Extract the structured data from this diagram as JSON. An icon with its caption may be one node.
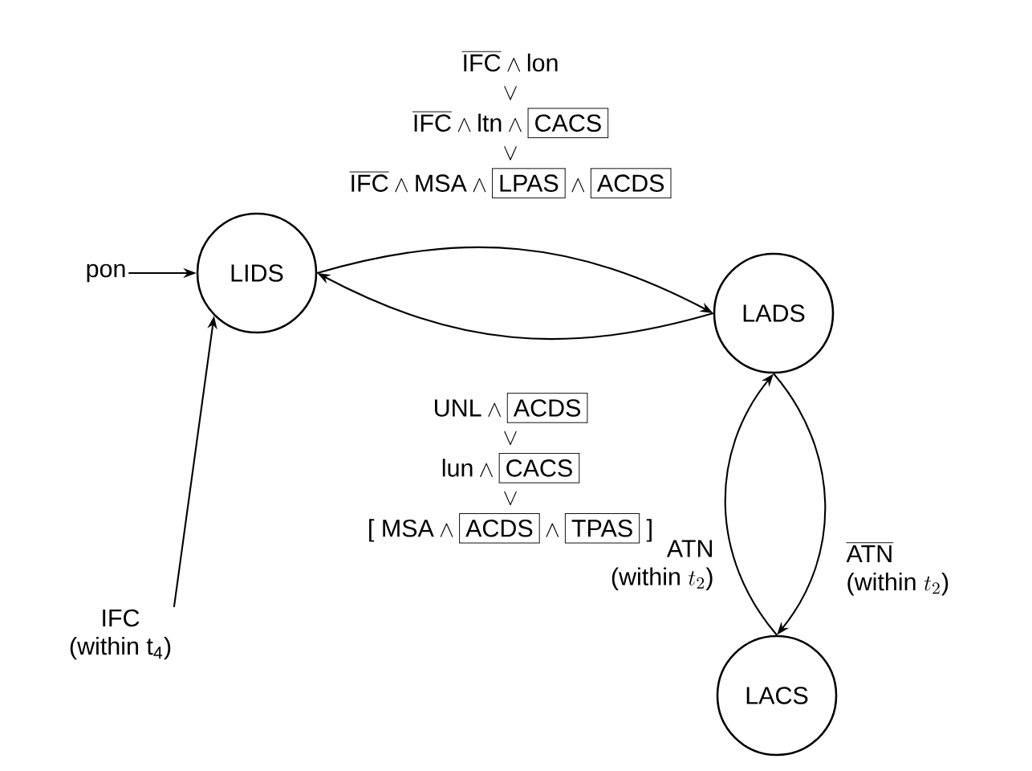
{
  "diagram": {
    "nodes": [
      {
        "text": [
          "pon"
        ]
      },
      {
        "text": [
          "LIDS"
        ]
      },
      {
        "text": [
          "LADS"
        ]
      },
      {
        "text": [
          "LACS"
        ]
      },
      {
        "text": [
          "IFC",
          "(within t$_{4}$)"
        ]
      }
    ],
    "edges": [
      {
        "from": 0,
        "to": 1,
        "arrow": "to"
      },
      {
        "from": 4,
        "to": 1,
        "arrow": "to"
      },
      {
        "from": 1,
        "to": 2,
        "arrow": "to",
        "label": "\\begin{array}{c}\\overline{\\mbox{IFC}}\\wedge\\mbox{lon}\\\\ \\vee\\\\ \\overline{\\mbox{IFC}}\\wedge\\mbox{ltn}\\wedge\\fbox{CACS}\\\\ \\vee\\\\ \\overline{\\mbox{IFC}}\\wedge\\mbox{MSA}\\wedge\\fbox{LPAS}\\wedge\\fbox{ACDS}\\end{array}"
      },
      {
        "from": 2,
        "to": 1,
        "arrow": "to",
        "label": "\\begin{array}{c}\\mbox{UNL}\\wedge\\fbox{ACDS}\\\\ \\vee\\\\ \\mbox{lun}\\wedge\\fbox{CACS}\\\\ \\vee\\\\ \\mbox{[ MSA}\\wedge\\fbox{ACDS}\\wedge\\fbox{TPAS}\\mbox{ ]}\\end{array}"
      },
      {
        "from": 3,
        "to": 2,
        "arrow": "to",
        "label": "\\begin{array}{r}\\mbox{ATN}\\\\ \\mbox{(within }t_{2}\\mbox{)}\\end{array}"
      },
      {
        "from": 2,
        "to": 3,
        "arrow": "to",
        "label": "\\begin{array}{l}\\overline{\\mbox{ATN}}\\\\ \\mbox{(within }t_{2}\\mbox{)}\\end{array}"
      }
    ]
  }
}
